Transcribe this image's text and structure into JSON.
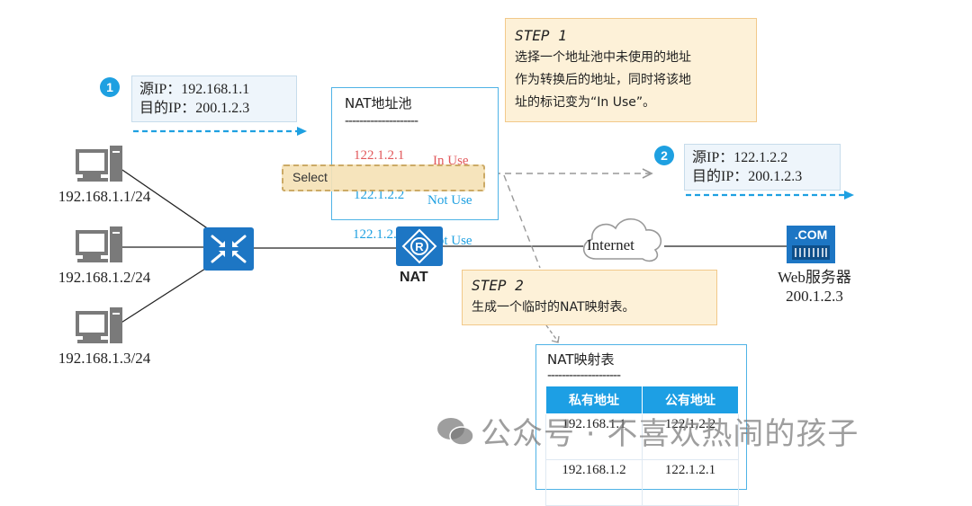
{
  "packet1": {
    "badge": "1",
    "src": "源IP：192.168.1.1",
    "dst": "目的IP：200.1.2.3"
  },
  "packet2": {
    "badge": "2",
    "src": "源IP：122.1.2.2",
    "dst": "目的IP：200.1.2.3"
  },
  "step1": {
    "title": "STEP 1",
    "lines": [
      "选择一个地址池中未使用的地址",
      "作为转换后的地址，同时将该地",
      "址的标记变为“In Use”。"
    ]
  },
  "step2": {
    "title": "STEP 2",
    "text": "生成一个临时的NAT映射表。"
  },
  "pool": {
    "title": "NAT地址池",
    "divider": "--------------------",
    "entries": [
      {
        "ip": "122.1.2.1",
        "status": "In Use"
      },
      {
        "ip": "122.1.2.2",
        "status": "Not Use"
      },
      {
        "ip": "122.1.2.3",
        "status": "Not Use"
      }
    ]
  },
  "select_label": "Select",
  "hosts": [
    "192.168.1.1/24",
    "192.168.1.2/24",
    "192.168.1.3/24"
  ],
  "nat_label": "NAT",
  "internet_label": "Internet",
  "server": {
    "badge": ".COM",
    "name": "Web服务器",
    "ip": "200.1.2.3"
  },
  "map_table": {
    "title": "NAT映射表",
    "divider": "--------------------",
    "headers": [
      "私有地址",
      "公有地址"
    ],
    "rows": [
      [
        "192.168.1.1",
        "122.1.2.2"
      ],
      [
        "192.168.1.2",
        "122.1.2.1"
      ]
    ]
  },
  "watermark": "公众号 · 不喜欢热闹的孩子",
  "colors": {
    "accent": "#1ea0e1",
    "device": "#1d76c4",
    "in_use": "#e2585b",
    "not_use": "#1ea0e1",
    "step_bg": "#fdf1d8"
  }
}
